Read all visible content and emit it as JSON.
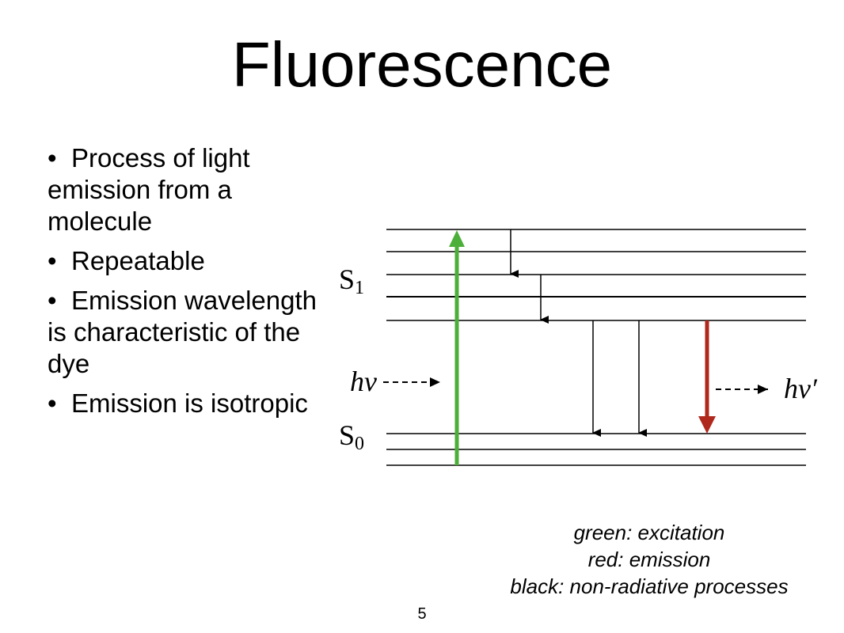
{
  "slide": {
    "title": "Fluorescence",
    "page_number": "5"
  },
  "bullets": [
    "Process of light emission from a molecule",
    "Repeatable",
    "Emission wavelength is characteristic of the dye",
    "Emission is isotropic"
  ],
  "diagram": {
    "labels": {
      "s1": "S",
      "s1_sub": "1",
      "s0": "S",
      "s0_sub": "0",
      "photon_in": "hν",
      "photon_out": "hν′"
    },
    "colors": {
      "excitation": "#4caf3a",
      "emission": "#b0281c",
      "non_radiative": "#000000"
    }
  },
  "legend": {
    "green": "green: excitation",
    "red": "red: emission",
    "black": "black: non-radiative processes"
  }
}
